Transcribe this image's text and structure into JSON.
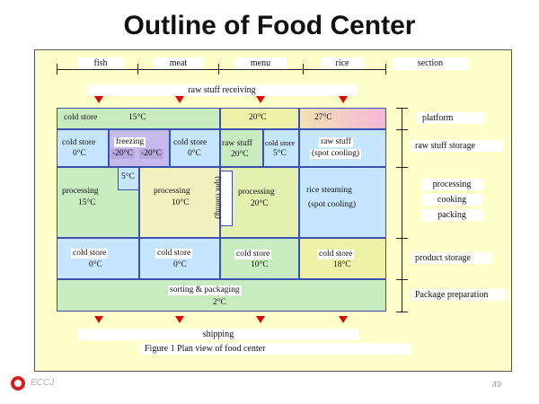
{
  "slide": {
    "title": "Outline of Food Center",
    "page_number": "49",
    "logo_text": "ECCJ"
  },
  "diagram": {
    "column_headers": {
      "fish": "fish",
      "meat": "meat",
      "menu": "menu",
      "rice": "rice",
      "section": "section"
    },
    "receiving": "raw stuff receiving",
    "shipping": "shipping",
    "caption": "Figure 1    Plan view of food center",
    "sections": {
      "platform": "platform",
      "raw_storage": "raw stuff storage",
      "processing": "processing",
      "cooking": "cooking",
      "packing": "packing",
      "product_storage": "product storage",
      "package_prep": "Package preparation"
    },
    "cells": {
      "platform_cold_store": "cold store",
      "platform_15": "15°C",
      "platform_20": "20°C",
      "platform_27": "27°C",
      "cs1": "cold store",
      "cs1_temp": "0°C",
      "freezing": "freezing",
      "freezing_t1": "-20°C",
      "freezing_t2": "-20°C",
      "cs2": "cold store",
      "cs2_temp": "0°C",
      "raw_stuff1": "raw stuff",
      "raw_stuff1_temp": "20°C",
      "cs3": "cold store",
      "cs3_temp": "5°C",
      "raw_stuff2": "raw stuff",
      "raw_stuff2_note": "(spot cooling)",
      "small_5": "5°C",
      "proc1": "processing",
      "proc1_temp": "15°C",
      "proc2": "processing",
      "proc2_temp": "10°C",
      "spot_cooling_vertical": "(spot cooling)",
      "proc3": "processing",
      "proc3_temp": "20°C",
      "rice_steaming": "rice steaming",
      "rice_steaming_note": "(spot cooling)",
      "ps1": "cold store",
      "ps1_temp": "0°C",
      "ps2": "cold store",
      "ps2_temp": "0°C",
      "ps3": "cold store",
      "ps3_temp": "10°C",
      "ps4": "cold store",
      "ps4_temp": "18°C",
      "sorting": "sorting & packaging",
      "sorting_temp": "2°C"
    },
    "colors": {
      "arrow": "#e00000",
      "border": "#3b4fb0",
      "background": "#ffffcc"
    }
  }
}
